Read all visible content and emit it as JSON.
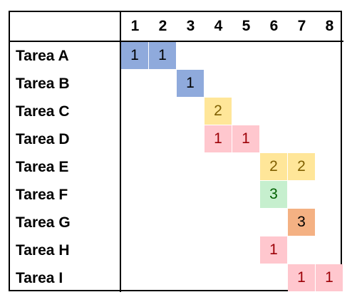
{
  "chart_data": {
    "type": "table",
    "columns": [
      "1",
      "2",
      "3",
      "4",
      "5",
      "6",
      "7",
      "8"
    ],
    "rows": [
      {
        "label": "Tarea A",
        "cells": [
          {
            "col": 1,
            "value": "1",
            "color": "blue"
          },
          {
            "col": 2,
            "value": "1",
            "color": "blue"
          }
        ]
      },
      {
        "label": "Tarea B",
        "cells": [
          {
            "col": 3,
            "value": "1",
            "color": "blue"
          }
        ]
      },
      {
        "label": "Tarea C",
        "cells": [
          {
            "col": 4,
            "value": "2",
            "color": "yellow"
          }
        ]
      },
      {
        "label": "Tarea D",
        "cells": [
          {
            "col": 4,
            "value": "1",
            "color": "pink"
          },
          {
            "col": 5,
            "value": "1",
            "color": "pink"
          }
        ]
      },
      {
        "label": "Tarea E",
        "cells": [
          {
            "col": 6,
            "value": "2",
            "color": "yellow"
          },
          {
            "col": 7,
            "value": "2",
            "color": "yellow"
          }
        ]
      },
      {
        "label": "Tarea F",
        "cells": [
          {
            "col": 6,
            "value": "3",
            "color": "green"
          }
        ]
      },
      {
        "label": "Tarea G",
        "cells": [
          {
            "col": 7,
            "value": "3",
            "color": "orange"
          }
        ]
      },
      {
        "label": "Tarea H",
        "cells": [
          {
            "col": 6,
            "value": "1",
            "color": "pink"
          }
        ]
      },
      {
        "label": "Tarea I",
        "cells": [
          {
            "col": 7,
            "value": "1",
            "color": "pink"
          },
          {
            "col": 8,
            "value": "1",
            "color": "pink"
          }
        ]
      }
    ]
  },
  "colors": {
    "blue": {
      "fill": "#8faadc",
      "text": "#000000"
    },
    "yellow": {
      "fill": "#ffe699",
      "text": "#7f5f00"
    },
    "pink": {
      "fill": "#ffc7ce",
      "text": "#9c0006"
    },
    "green": {
      "fill": "#c6efce",
      "text": "#006100"
    },
    "orange": {
      "fill": "#f4b183",
      "text": "#000000"
    }
  }
}
